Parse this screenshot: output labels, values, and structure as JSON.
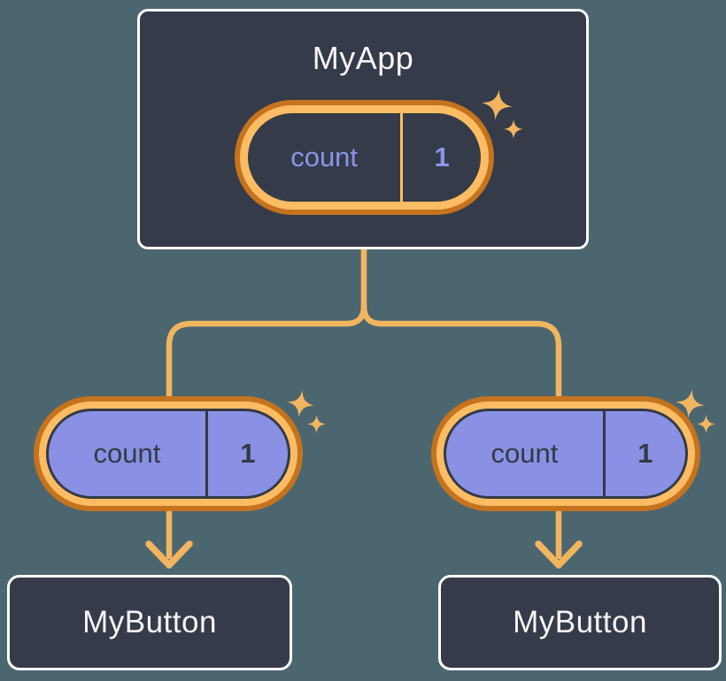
{
  "root_component": {
    "title": "MyApp",
    "state_pill": {
      "label": "count",
      "value": "1"
    }
  },
  "child_components": [
    {
      "title": "MyButton",
      "prop_pill": {
        "label": "count",
        "value": "1"
      }
    },
    {
      "title": "MyButton",
      "prop_pill": {
        "label": "count",
        "value": "1"
      }
    }
  ],
  "icons": {
    "sparkle": "four-pointed-sparkle",
    "arrow": "arrow-down"
  },
  "colors": {
    "background": "#4c6670",
    "card_fill": "#353b48",
    "card_border": "#ffffff",
    "title_text": "#f5f6f8",
    "orange_dark": "#c5731e",
    "orange_light": "#fbbc64",
    "connector_orange": "#f2b55f",
    "pill_purple": "#8a90e4",
    "periwinkle_text": "#8c93ea",
    "dark_navy_text": "#333a45"
  }
}
